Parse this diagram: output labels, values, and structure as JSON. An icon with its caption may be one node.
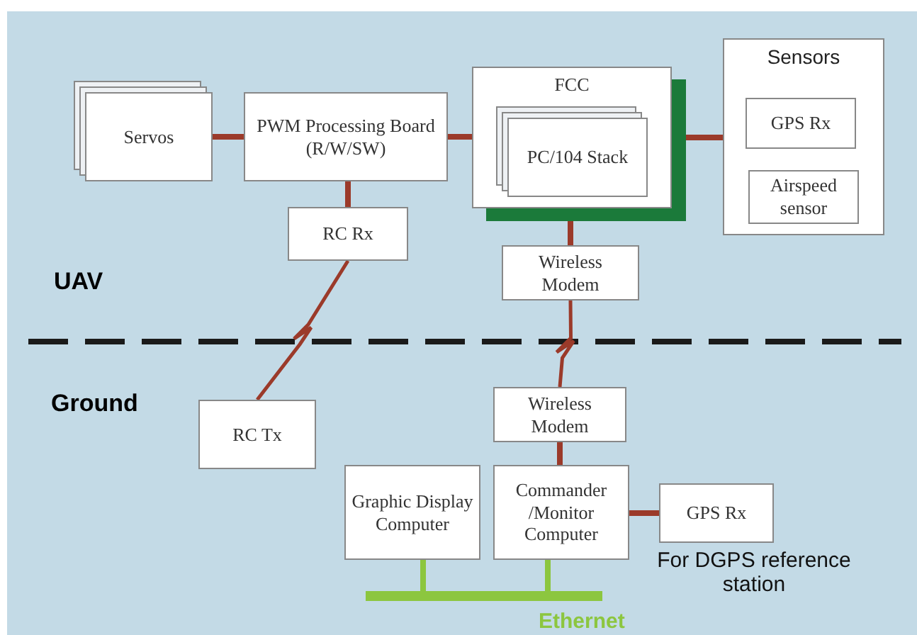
{
  "diagram": {
    "nodes": [
      {
        "text": [
          "Servos"
        ]
      },
      {
        "text": [
          "PWM Processing Board (R/W/SW)"
        ]
      },
      {
        "text": [
          "FCC"
        ]
      },
      {
        "text": [
          "PC/104 Stack"
        ],
        "in": 2
      },
      {
        "text": [
          "Sensors"
        ]
      },
      {
        "text": [
          "GPS Rx"
        ],
        "in": 4
      },
      {
        "text": [
          "Airspeed sensor"
        ],
        "in": 4
      },
      {
        "text": [
          "RC Rx"
        ]
      },
      {
        "text": [
          "Wireless Modem"
        ]
      },
      {
        "text": [
          "RC Tx"
        ]
      },
      {
        "text": [
          "Wireless Modem"
        ]
      },
      {
        "text": [
          "Graphic Display Computer"
        ]
      },
      {
        "text": [
          "Commander /Monitor Computer"
        ]
      },
      {
        "text": [
          "GPS Rx"
        ],
        "beside": [
          "For DGPS reference station"
        ]
      },
      {
        "text": [],
        "shape": "bar"
      }
    ],
    "edges": [
      {
        "from": 0,
        "to": 1,
        "arrow": "none"
      },
      {
        "from": 1,
        "to": 2,
        "arrow": "none"
      },
      {
        "from": 2,
        "to": 4,
        "arrow": "none"
      },
      {
        "from": 1,
        "to": 7,
        "arrow": "none"
      },
      {
        "from": 2,
        "to": 8,
        "arrow": "none"
      },
      {
        "from": 7,
        "to": 9,
        "arrow": "none"
      },
      {
        "from": 8,
        "to": 10,
        "arrow": "none"
      },
      {
        "from": 10,
        "to": 12,
        "arrow": "none"
      },
      {
        "from": 12,
        "to": 13,
        "arrow": "none"
      },
      {
        "from": 11,
        "to": 14,
        "arrow": "none",
        "color": "#8cc63f"
      },
      {
        "from": 12,
        "to": 14,
        "arrow": "none",
        "color": "#8cc63f"
      }
    ],
    "labels": [
      "UAV",
      "Ground",
      "Ethernet"
    ]
  }
}
